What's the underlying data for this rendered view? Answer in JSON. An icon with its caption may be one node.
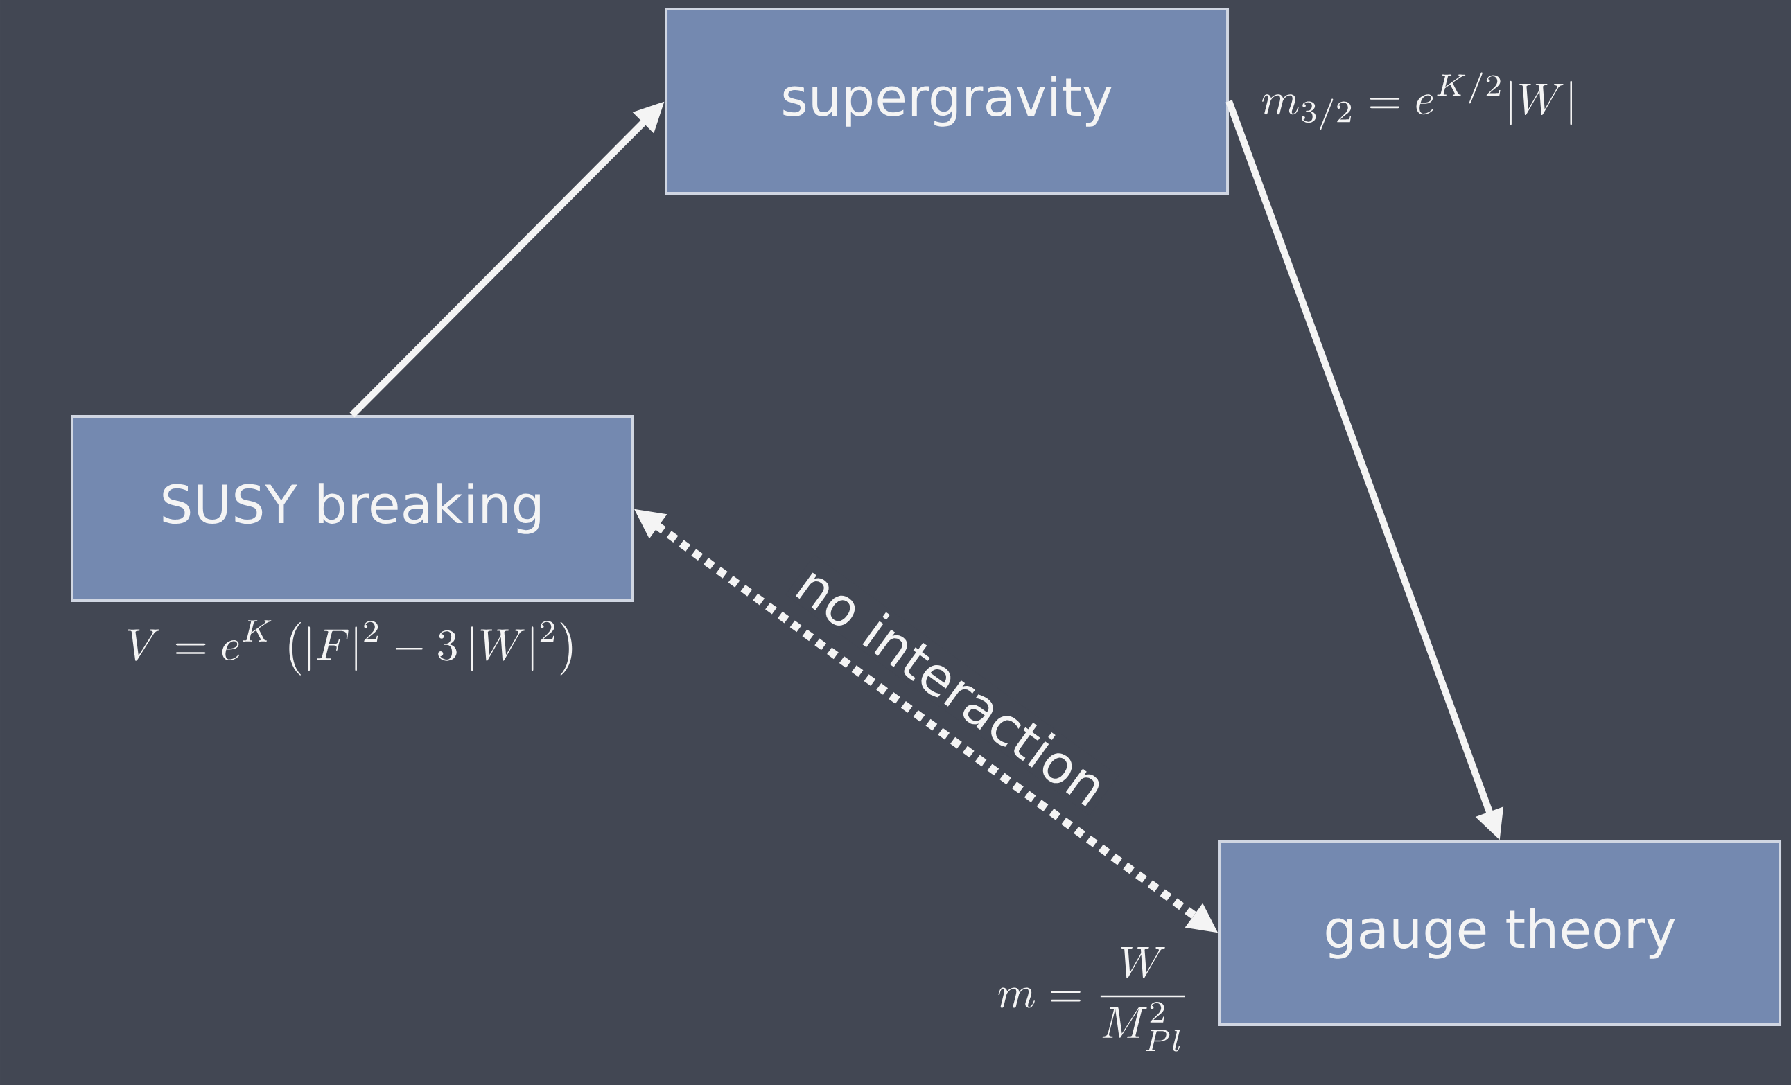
{
  "diagram": {
    "nodes": [
      {
        "text": [
          "supergravity"
        ],
        "beside": [
          "m_{3/2} = e^{K/2}|W|"
        ]
      },
      {
        "text": [
          "SUSY breaking"
        ],
        "beside": [
          "V = e^K \\left( |F|^2 - 3\\,|W|^2 \\right)"
        ]
      },
      {
        "text": [
          "gauge theory"
        ],
        "beside": [
          "m = \\frac{W}{M_{Pl}^2}"
        ]
      }
    ],
    "edges": [
      {
        "from": 1,
        "to": 0,
        "arrow": "to"
      },
      {
        "from": 0,
        "to": 2,
        "arrow": "to"
      },
      {
        "from": 1,
        "to": 2,
        "arrow": "both",
        "style": "dashed",
        "label": "no interaction"
      }
    ]
  }
}
